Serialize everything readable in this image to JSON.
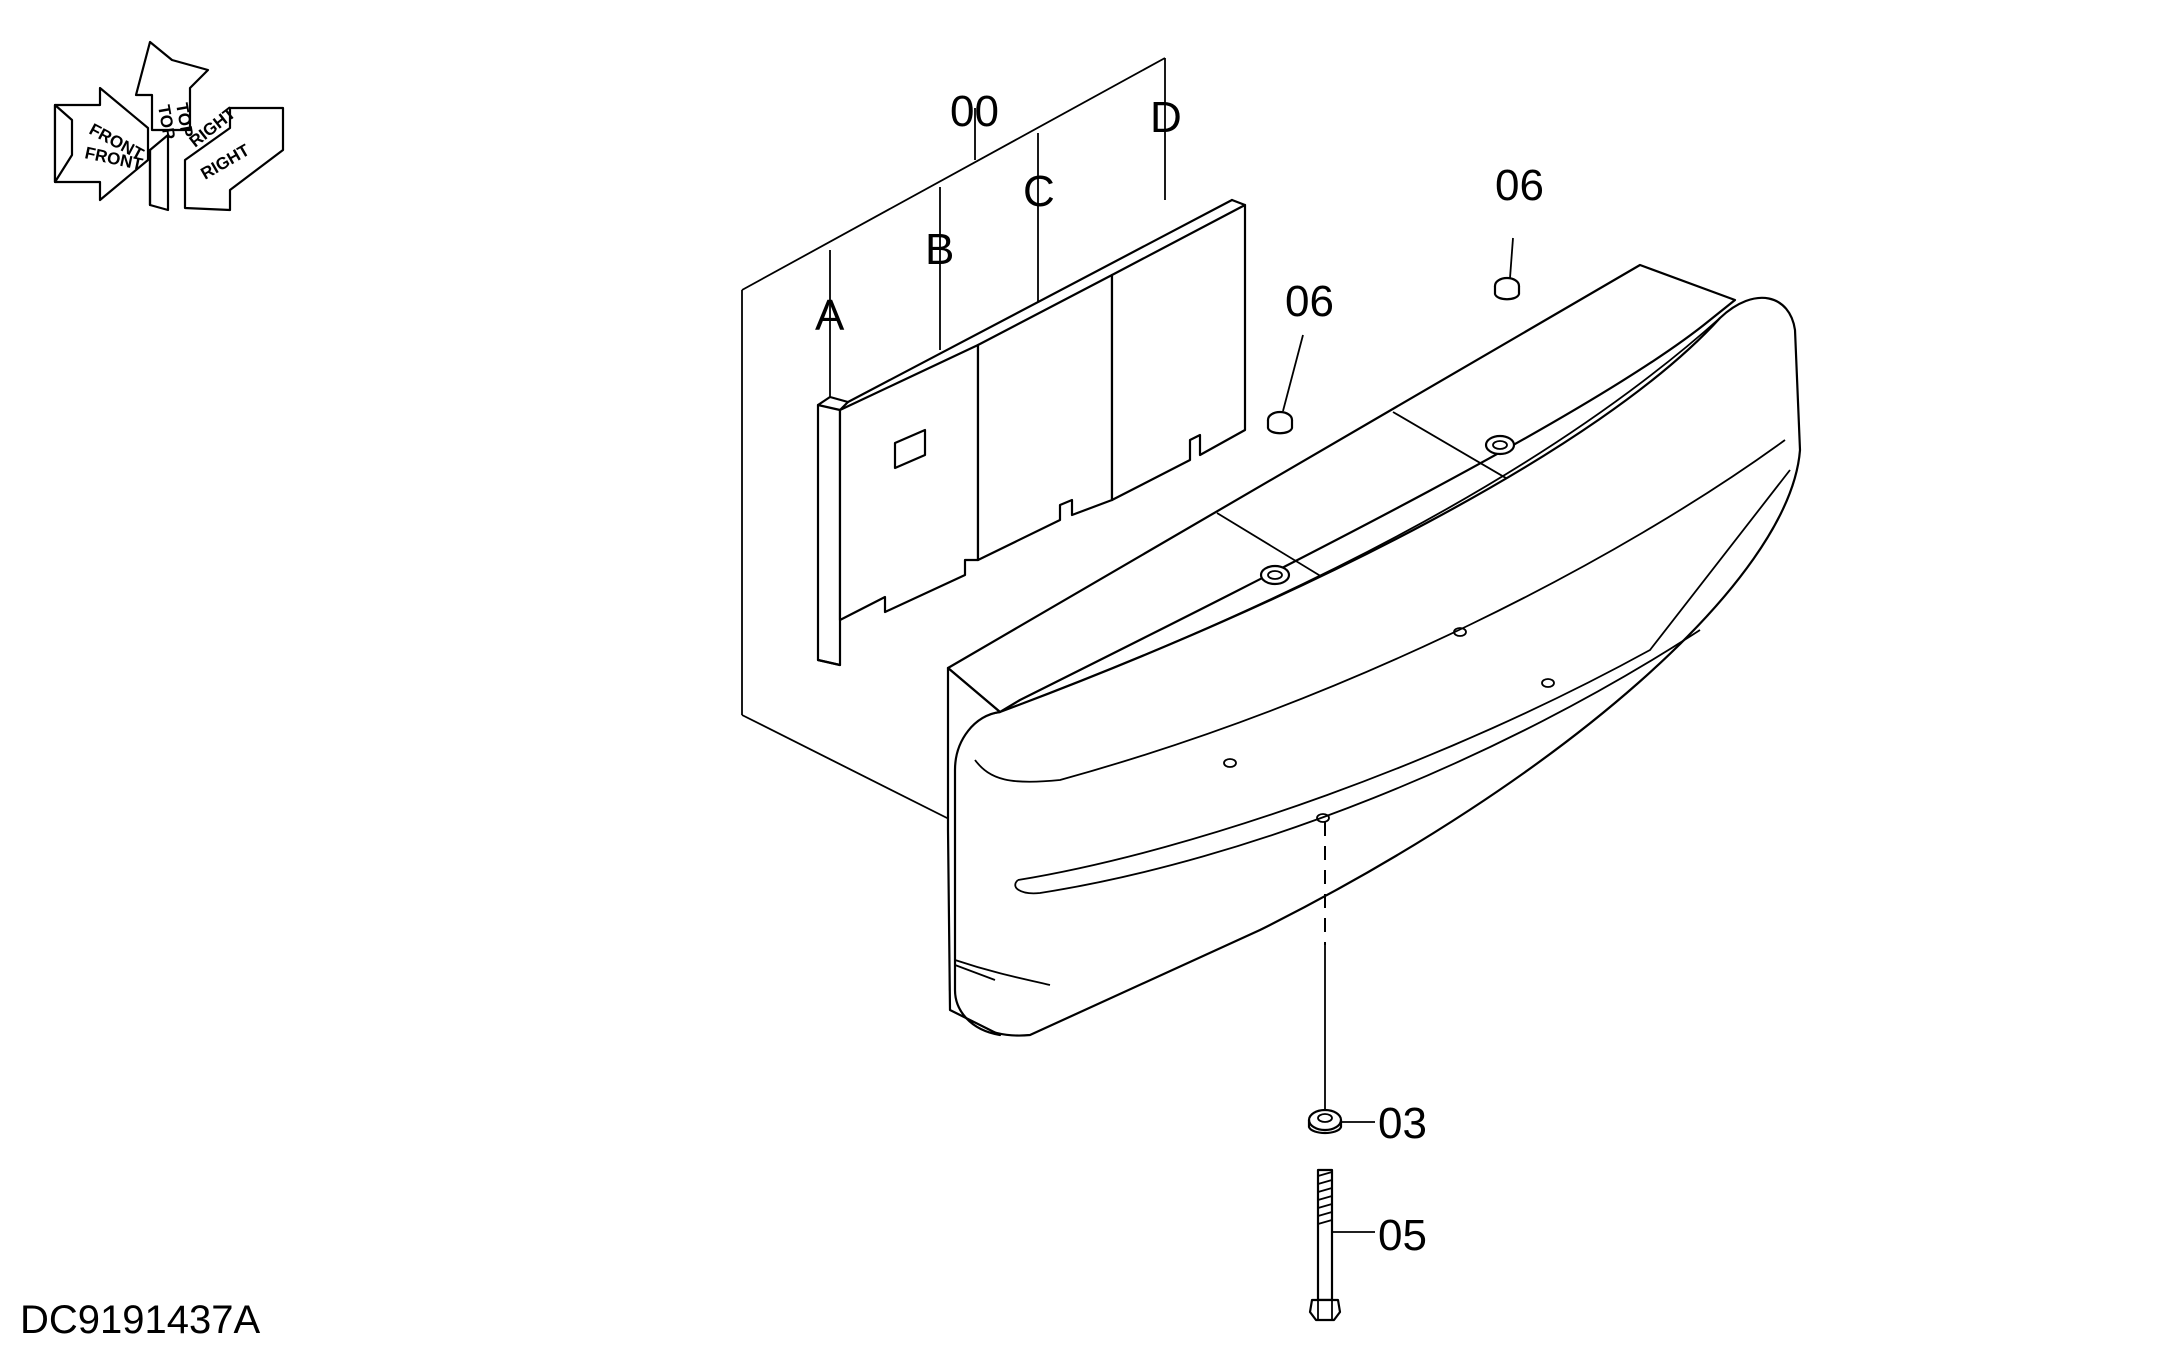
{
  "orientation_labels": {
    "top": "TOP",
    "front": "FRONT",
    "right": "RIGHT",
    "top_shadow": "TOP",
    "front_shadow": "FRONT",
    "right_shadow": "RIGHT"
  },
  "callouts": {
    "assembly": "00",
    "sub_a": "A",
    "sub_b": "B",
    "sub_c": "C",
    "sub_d": "D",
    "plug_left": "06",
    "plug_right": "06",
    "washer": "03",
    "bolt": "05"
  },
  "diagram_id": "DC9191437A"
}
